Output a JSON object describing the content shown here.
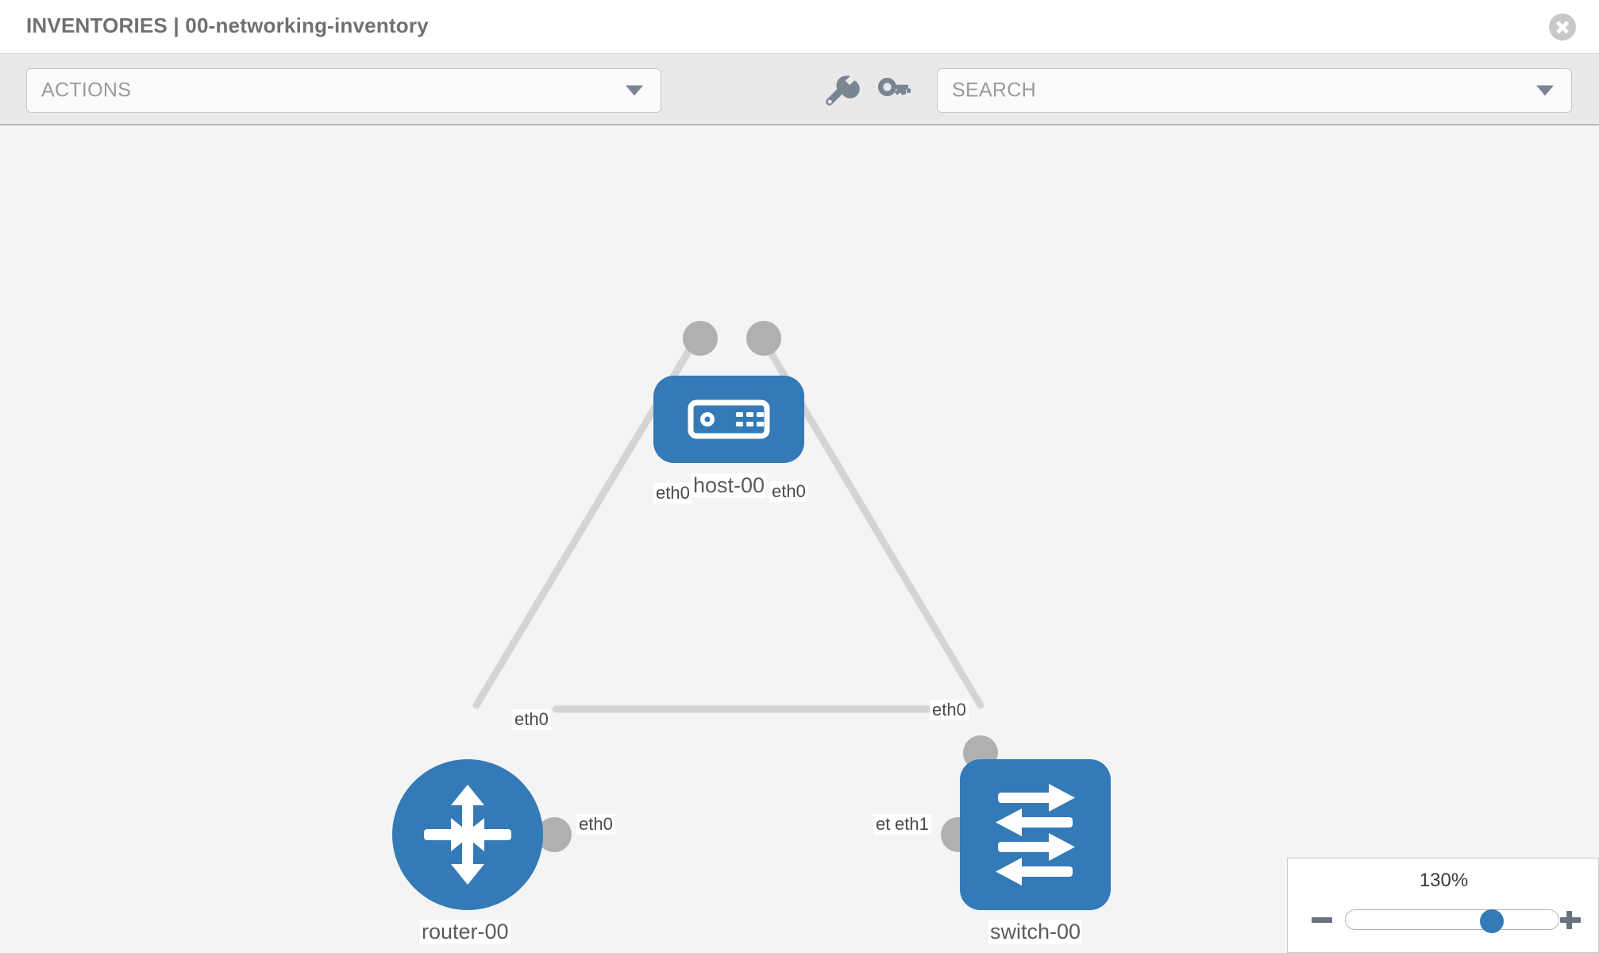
{
  "header": {
    "title": "INVENTORIES | 00-networking-inventory",
    "close_icon": "close-circle-icon"
  },
  "toolbar": {
    "actions_label": "ACTIONS",
    "search_placeholder": "SEARCH",
    "wrench_icon": "wrench-icon",
    "key_icon": "key-icon",
    "caret_icon": "chevron-down-icon"
  },
  "topology": {
    "nodes": [
      {
        "id": "host-00",
        "label": "host-00",
        "type": "host",
        "icon": "server-icon",
        "shape": "rounded",
        "color": "#337ab7"
      },
      {
        "id": "router-00",
        "label": "router-00",
        "type": "router",
        "icon": "router-arrows-icon",
        "shape": "circle",
        "color": "#337ab7"
      },
      {
        "id": "switch-00",
        "label": "switch-00",
        "type": "switch",
        "icon": "switch-arrows-icon",
        "shape": "square",
        "color": "#337ab7"
      }
    ],
    "links": [
      {
        "from": "host-00",
        "to": "router-00",
        "from_interface": "eth0",
        "to_interface": "eth0"
      },
      {
        "from": "host-00",
        "to": "switch-00",
        "from_interface": "eth0",
        "to_interface": "eth0"
      },
      {
        "from": "router-00",
        "to": "switch-00",
        "from_interface": "eth0",
        "to_interface": "eth1",
        "overlapped_label": "eth"
      }
    ],
    "edge_labels": {
      "host_left": "eth0",
      "host_right": "eth0",
      "router_up": "eth0",
      "switch_up": "eth0",
      "router_right": "eth0",
      "switch_left_occluded": "et",
      "switch_left": "eth1"
    },
    "link_color": "#d4d4d4",
    "endpoint_color": "#b0b0b0"
  },
  "zoom_control": {
    "value": "130%",
    "minus_label": "minus-icon",
    "plus_label": "plus-icon"
  }
}
